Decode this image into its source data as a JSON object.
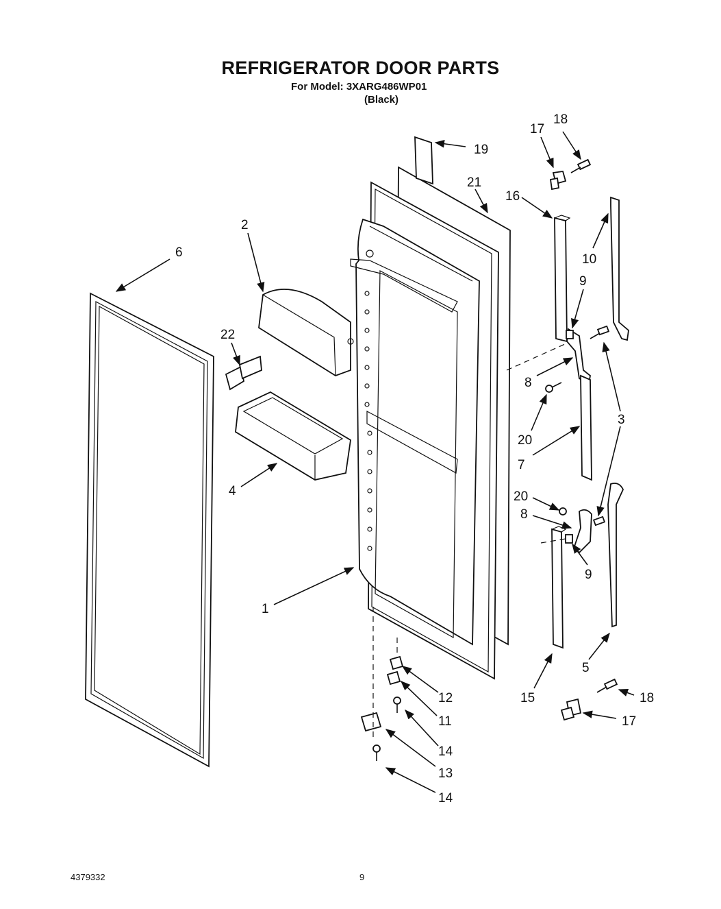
{
  "header": {
    "title": "REFRIGERATOR DOOR PARTS",
    "model_line": "For Model: 3XARG486WP01",
    "variant": "(Black)"
  },
  "footer": {
    "doc_number": "4379332",
    "page_number": "9"
  },
  "callouts": {
    "c1": "1",
    "c2": "2",
    "c3": "3",
    "c4": "4",
    "c5": "5",
    "c6": "6",
    "c7": "7",
    "c8a": "8",
    "c8b": "8",
    "c9a": "9",
    "c9b": "9",
    "c10": "10",
    "c11": "11",
    "c12": "12",
    "c13": "13",
    "c14a": "14",
    "c14b": "14",
    "c15": "15",
    "c16": "16",
    "c17a": "17",
    "c17b": "17",
    "c18a": "18",
    "c18b": "18",
    "c19": "19",
    "c20a": "20",
    "c20b": "20",
    "c21": "21",
    "c22": "22"
  }
}
